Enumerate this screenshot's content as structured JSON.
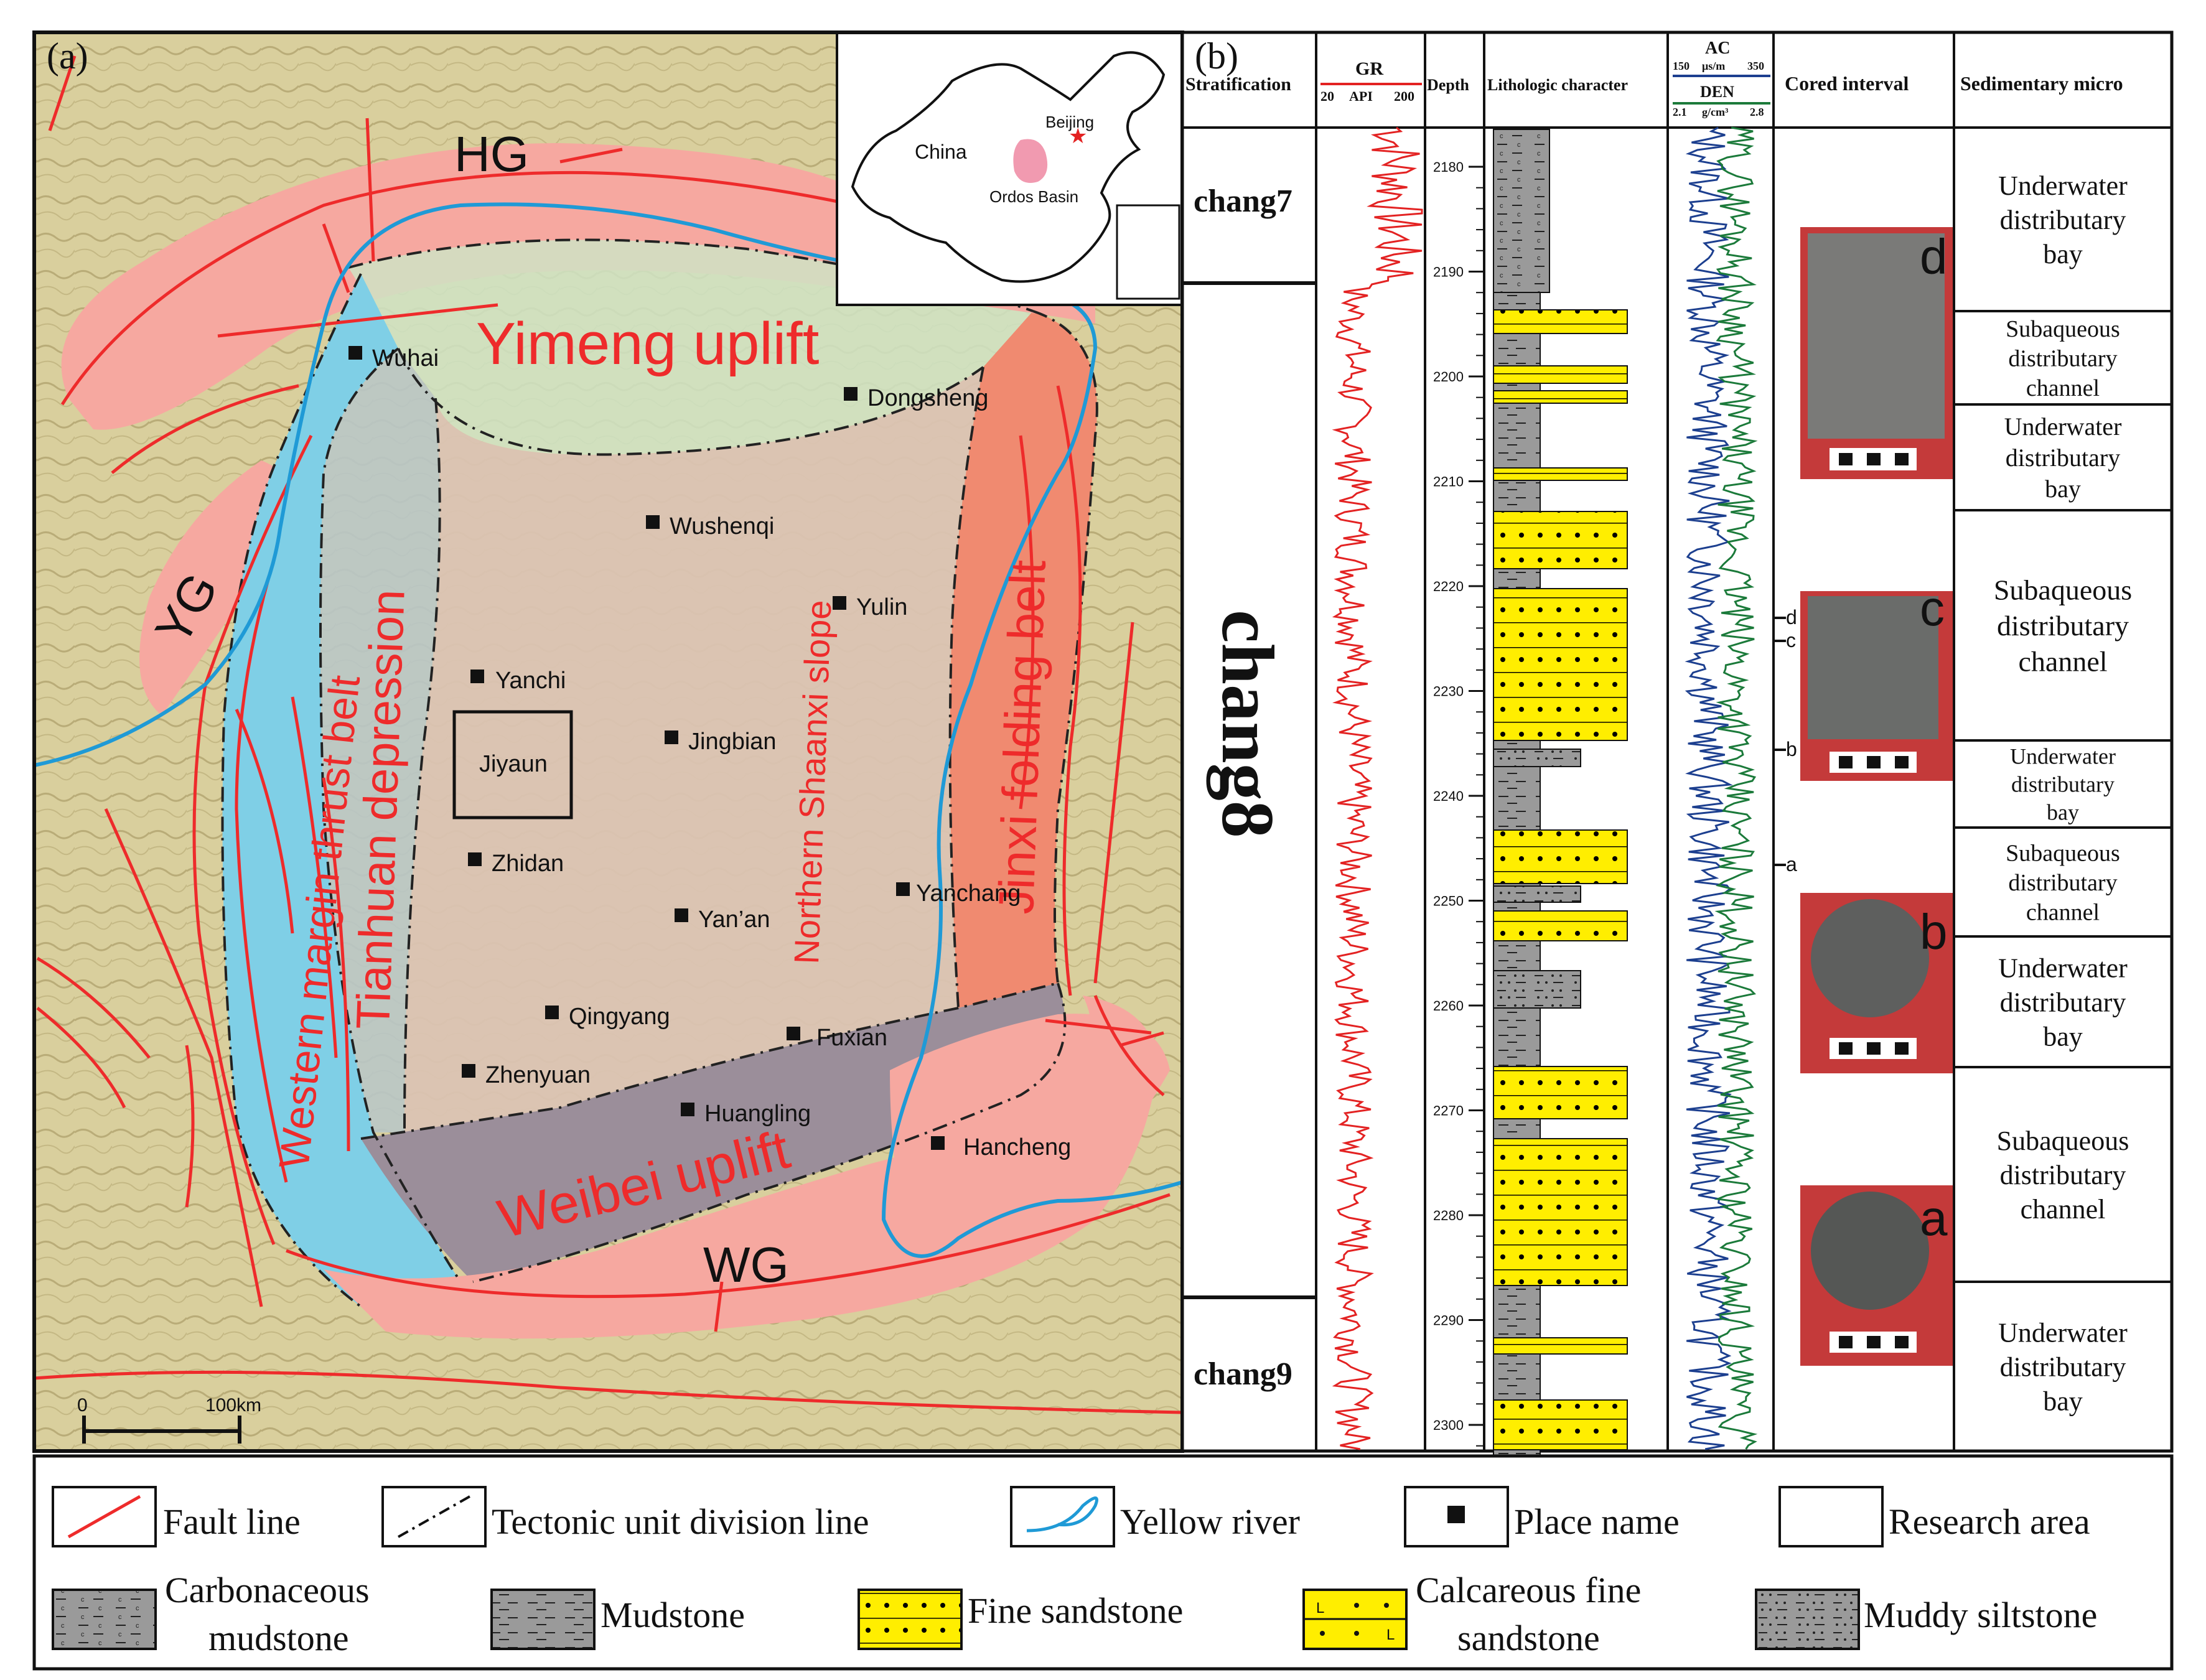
{
  "panel_a": {
    "label": "(a)",
    "units": {
      "hg": "HG",
      "yimeng": "Yimeng uplift",
      "yg": "YG",
      "western": "Western margin thrust belt",
      "tianhuan": "Tianhuan depression",
      "northern": "Northern Shaanxi slope",
      "jinxi": "Jinxi folding belt",
      "weibei": "Weibei uplift",
      "wg": "WG"
    },
    "places": {
      "wuhai": "Wuhai",
      "dongsheng": "Dongsheng",
      "wushenqi": "Wushenqi",
      "yulin": "Yulin",
      "yanchi": "Yanchi",
      "jingbian": "Jingbian",
      "zhidan": "Zhidan",
      "yanchang": "Yanchang",
      "yanan": "Yan’an",
      "qingyang": "Qingyang",
      "fuxian": "Fuxian",
      "zhenyuan": "Zhenyuan",
      "huangling": "Huangling",
      "hancheng": "Hancheng"
    },
    "research_area": "Jiyaun",
    "scale": {
      "start": "0",
      "end": "100km"
    },
    "inset": {
      "country": "China",
      "capital": "Beijing",
      "basin": "Ordos Basin"
    }
  },
  "panel_b": {
    "label": "(b)",
    "headers": {
      "strat": "Stratification",
      "gr_title": "GR",
      "gr_min": "20",
      "gr_unit": "API",
      "gr_max": "200",
      "depth": "Depth",
      "litho": "Lithologic character",
      "ac_title": "AC",
      "ac_min": "150",
      "ac_unit": "μs/m",
      "ac_max": "350",
      "den_title": "DEN",
      "den_min": "2.1",
      "den_unit": "g/cm³",
      "den_max": "2.8",
      "cored": "Cored interval",
      "sedi": "Sedimentary micro"
    },
    "strat": {
      "chang7": "chang7",
      "chang8": "chang8",
      "chang9": "chang9"
    },
    "depth_ticks": [
      "2180",
      "2190",
      "2200",
      "2210",
      "2220",
      "2230",
      "2240",
      "2250",
      "2260",
      "2270",
      "2280",
      "2290",
      "2300"
    ],
    "core_marks": [
      "d",
      "c",
      "b",
      "a"
    ],
    "core_letters": [
      "d",
      "c",
      "b",
      "a"
    ],
    "facies": [
      "Underwater distributary bay",
      "Subaqueous distributary channel",
      "Underwater distributary bay",
      "Subaqueous distributary channel",
      "Underwater distributary bay",
      "Subaqueous distributary channel",
      "Underwater distributary bay",
      "Subaqueous distributary channel",
      "Underwater distributary bay"
    ]
  },
  "legend": {
    "fault": "Fault line",
    "tectonic": "Tectonic unit division line",
    "river": "Yellow river",
    "place": "Place name",
    "research": "Research area",
    "carb1": "Carbonaceous",
    "carb2": "mudstone",
    "mud": "Mudstone",
    "fine": "Fine sandstone",
    "calc1": "Calcareous fine",
    "calc2": "sandstone",
    "silt": "Muddy siltstone"
  },
  "colors": {
    "fault": "#ee2b2b",
    "river": "#1f9ad6",
    "sandstone": "#ffee00",
    "mudstone": "#9a9a9a",
    "uplift_pink": "#f6a8a0",
    "thrust_blue": "#7fcfe6",
    "jinxi_orange": "#f08a70"
  }
}
